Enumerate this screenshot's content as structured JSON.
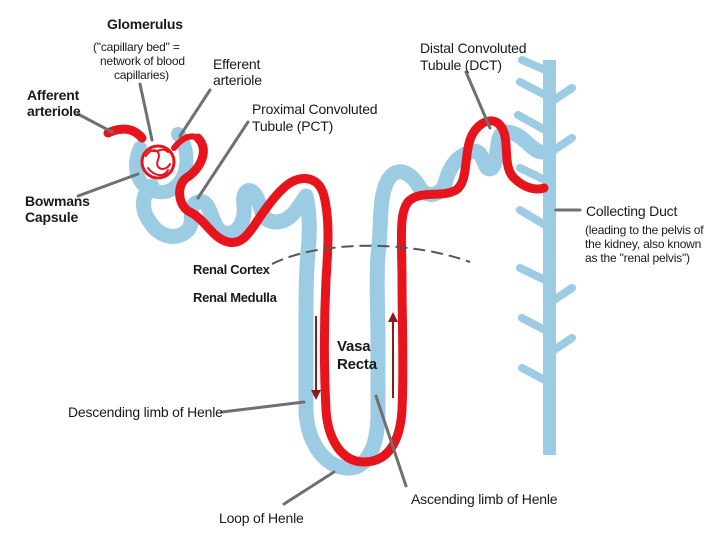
{
  "labels": {
    "glomerulus_title": "Glomerulus",
    "glomerulus_note_1": "(\"capillary bed\" =",
    "glomerulus_note_2": "network of blood",
    "glomerulus_note_3": "capillaries)",
    "efferent_1": "Efferent",
    "efferent_2": "arteriole",
    "afferent_1": "Afferent",
    "afferent_2": "arteriole",
    "pct_1": "Proximal Convoluted",
    "pct_2": "Tubule (PCT)",
    "dct_1": "Distal Convoluted",
    "dct_2": "Tubule (DCT)",
    "bowmans_1": "Bowmans",
    "bowmans_2": "Capsule",
    "collecting_duct": "Collecting Duct",
    "collecting_note_1": "(leading to the pelvis of",
    "collecting_note_2": "the kidney, also known",
    "collecting_note_3": "as the \"renal pelvis\")",
    "renal_cortex": "Renal Cortex",
    "renal_medulla": "Renal Medulla",
    "vasa_recta_1": "Vasa",
    "vasa_recta_2": "Recta",
    "descending_limb": "Descending limb of Henle",
    "ascending_limb": "Ascending limb of Henle",
    "loop_of_henle": "Loop of Henle"
  },
  "colors": {
    "tubule": "#9ccbe4",
    "vessel": "#e8141c",
    "arrow": "#8b1a1a",
    "leader": "#707070",
    "boundary": "#555555"
  }
}
